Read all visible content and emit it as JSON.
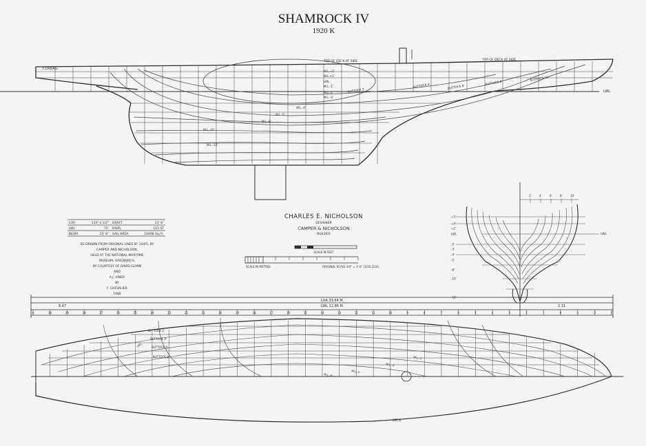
{
  "title": "SHAMROCK IV",
  "subtitle": "1920    K",
  "colors": {
    "ink": "#2b2b2b",
    "paper": "#f4f4f2"
  },
  "designer": {
    "name": "CHARLES E. NICHOLSON",
    "role": "DESIGNER",
    "builder": "CAMPER & NICHOLSON",
    "builder_role": "BUILDER"
  },
  "scales": {
    "feet_label": "SCALE IN FEET",
    "meters_label": "SCALE IN METRES",
    "original_scale": "ORIGINAL SCALE 3/4\" = 1'-0\" (1/16 2/10)"
  },
  "particulars": [
    {
      "k1": "LOA",
      "v1": "110' 4 1/2\"",
      "k2": "DRAFT",
      "v2": "13' 6\""
    },
    {
      "k1": "LWL",
      "v1": "75'",
      "k2": "DISPL",
      "v2": "103 ST"
    },
    {
      "k1": "BEAM",
      "v1": "23' 6\"",
      "k2": "SAIL AREA",
      "v2": "10498 Sq.Ft."
    }
  ],
  "credits": [
    "RE-DRAWN FROM ORIGINAL LINES N° 244/5, BY",
    "CAMPER AND NICHOLSON,",
    "HELD AT THE NATIONAL MARITIME",
    "MUSEUM, GREENWICH,",
    "BY COURTESY OF DAVID GLYNN",
    "AND",
    "A.J. VINER",
    "BY",
    "F. CHEVALIER",
    "1986"
  ],
  "profile_labels": {
    "bowsprit": "F.OREAG.",
    "top_of_deck": "TOP OF DECK AT SIDE",
    "top_of_deck_aft": "TOP OF DECK AT SIDE",
    "lwl": "LWL",
    "waterlines": [
      "W.L.+2'",
      "W.L.+1'",
      "LWL",
      "W.L.-1'",
      "W.L.-2'",
      "W.L.-3'",
      "W.L.-4'",
      "W.L.-5'",
      "W.L.-8'",
      "W.L.-10'",
      "W.L.-12'"
    ],
    "buttocks": [
      "BUTTOCK 2'",
      "BUTTOCK 4'",
      "BUTTOCK 6'",
      "BUTTOCK 8'",
      "BUTTOCK 10'"
    ]
  },
  "body_plan": {
    "levels": [
      "+5'",
      "+4'",
      "+2'",
      "LWL",
      "-2'",
      "-3'",
      "-4'",
      "-5'",
      "-8'",
      "-10'",
      "-12'"
    ],
    "top_labels": [
      "2'",
      "4'",
      "6'",
      "8'",
      "10'"
    ]
  },
  "dimension_lines": {
    "loa": "LOA    33.64 M.",
    "lwl": "LWL    22.86 M.",
    "left_offset": "8.47",
    "right_offset": "2.31"
  },
  "stations": [
    "A",
    "30",
    "29",
    "28",
    "27",
    "26",
    "25",
    "24",
    "23",
    "22",
    "21",
    "20",
    "19",
    "18",
    "17",
    "16",
    "15",
    "14",
    "13",
    "12",
    "11",
    "10",
    "9",
    "8",
    "7",
    "6",
    "5",
    "4",
    "3",
    "2",
    "1",
    "0",
    "-1",
    "-2",
    "F"
  ],
  "plan_labels": {
    "buttocks": [
      "BUTTOCK 2'",
      "BUTTOCK 4'",
      "BUTTOCK 6'",
      "BUTTOCK 8'"
    ],
    "waterlines": [
      "W.L.-1'",
      "W.L.-3'",
      "W.L.-5'",
      "W.L.-8'"
    ],
    "lwl": "LWL",
    "deck": "DECK"
  }
}
